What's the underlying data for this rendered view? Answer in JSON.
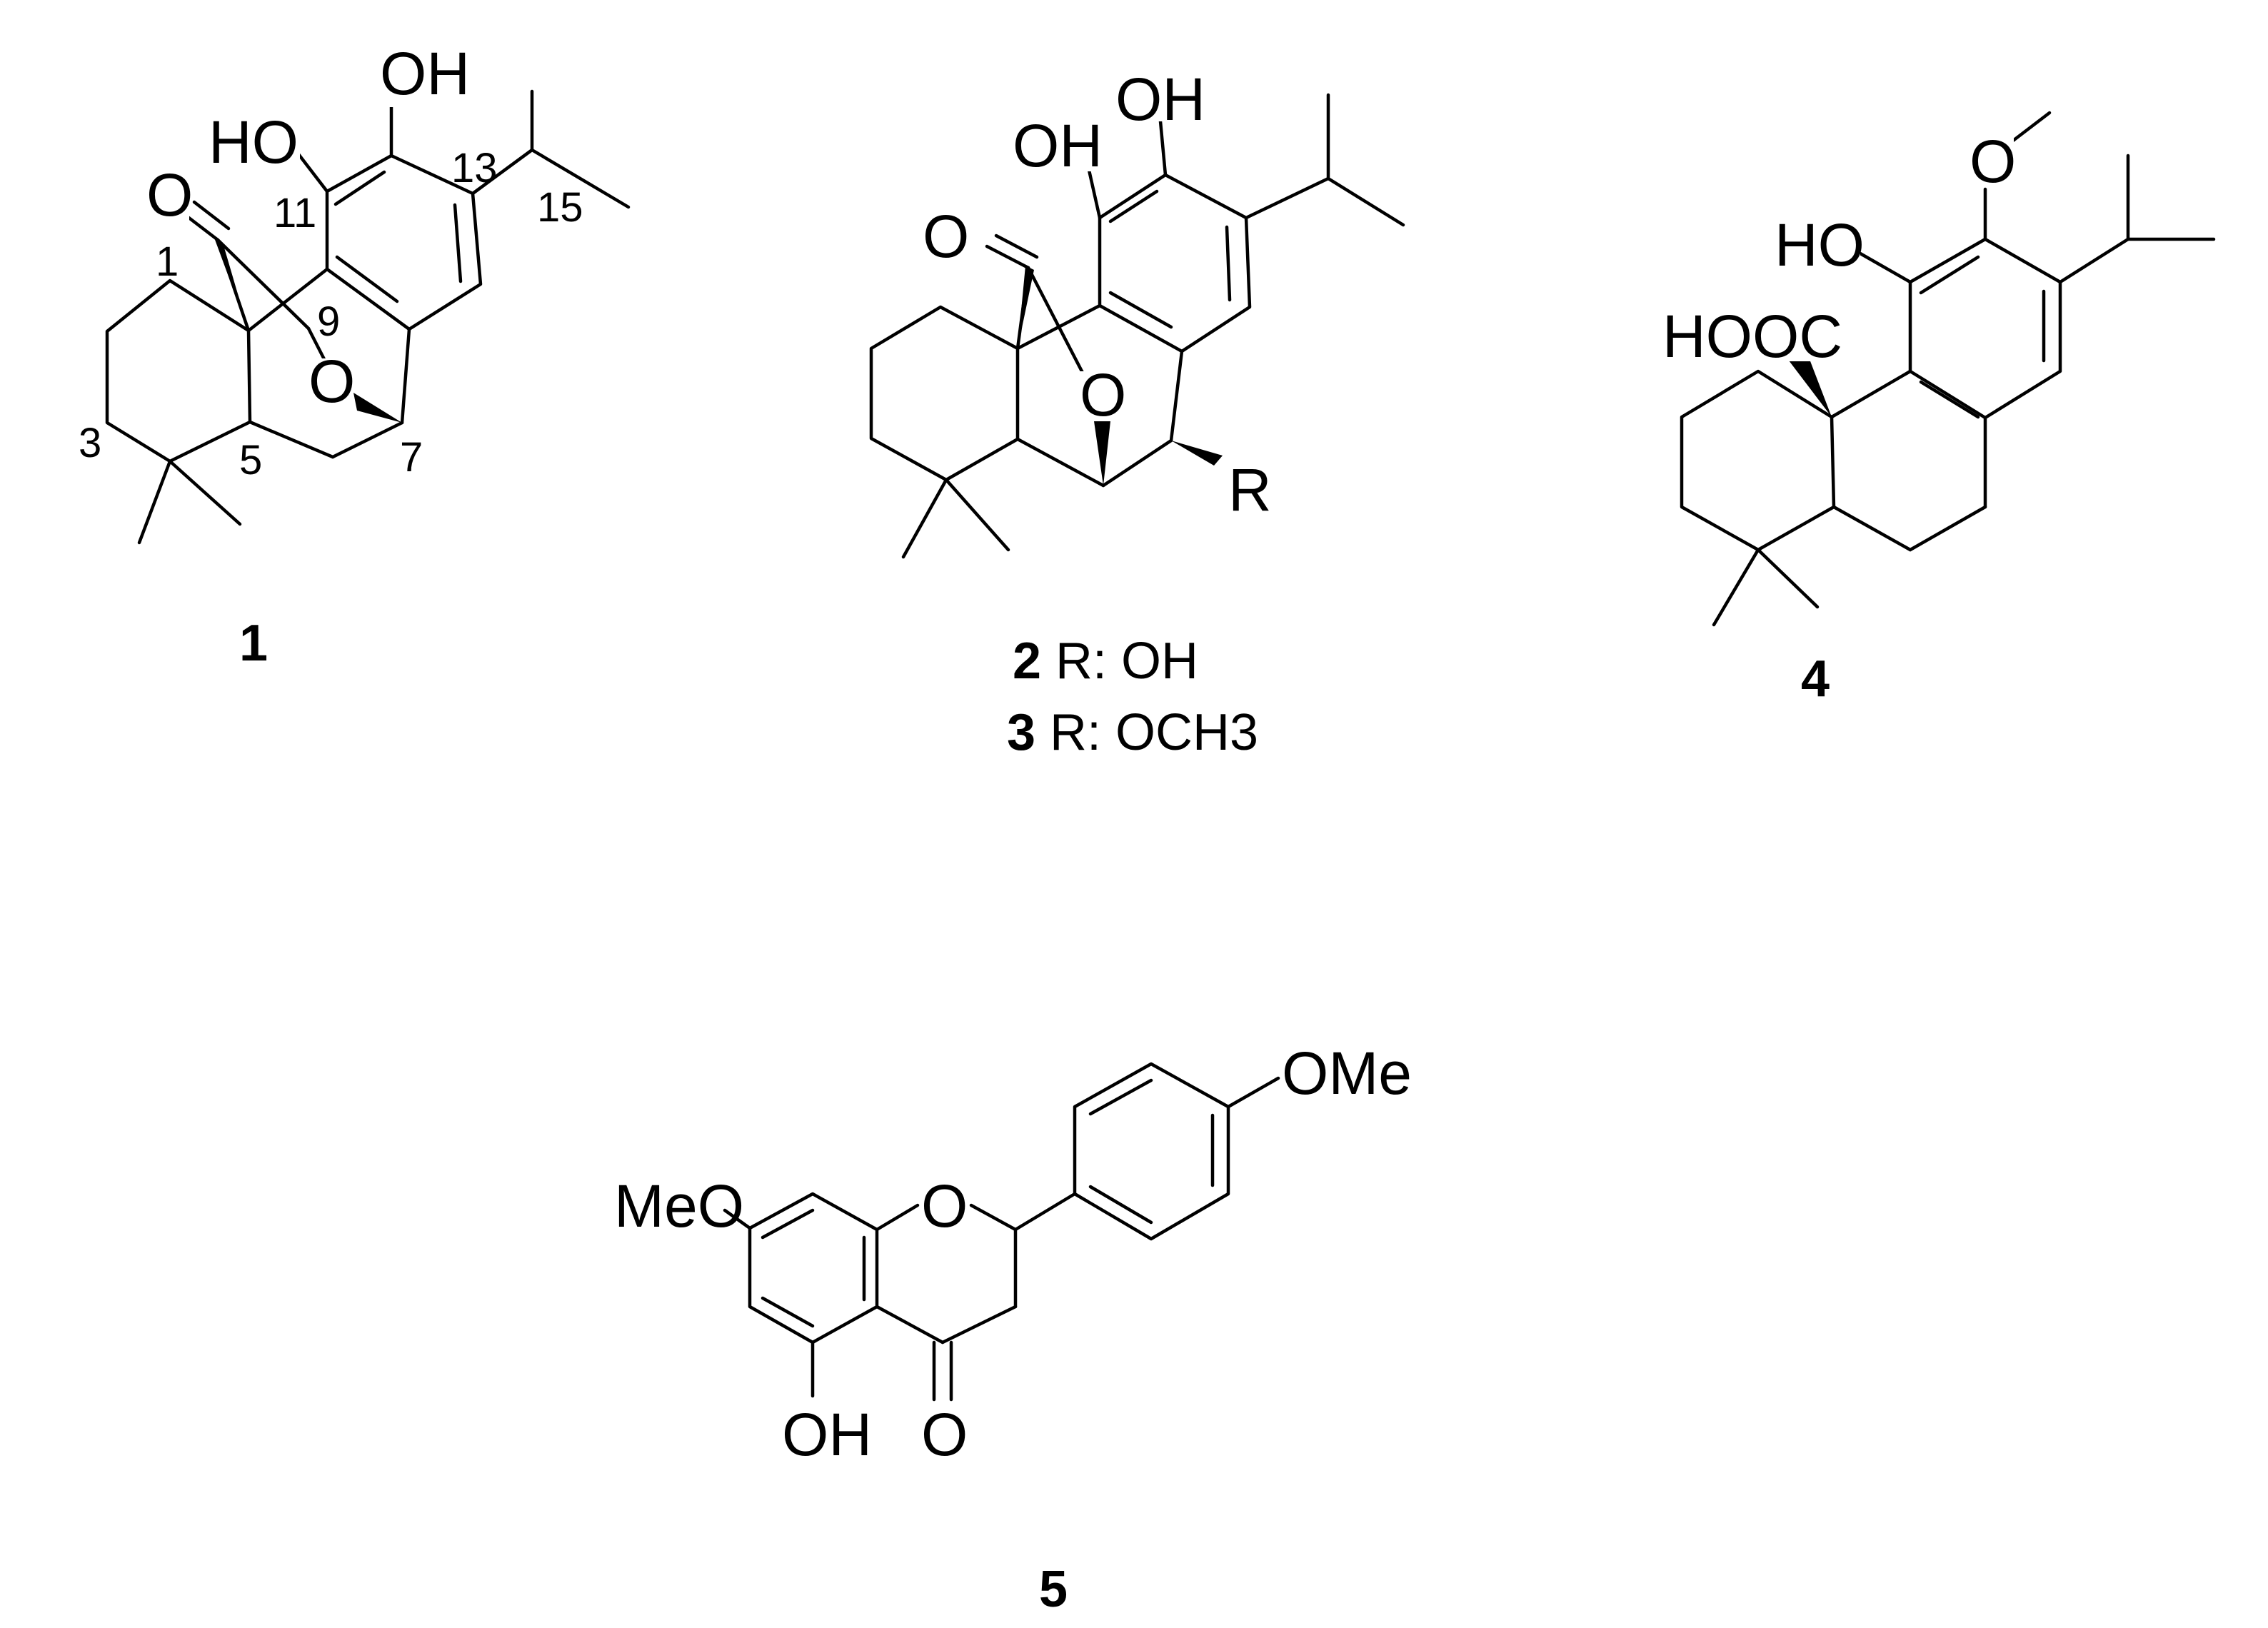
{
  "compounds": [
    {
      "id": "1",
      "atoms": {
        "oh_top": "OH",
        "ho_left": "HO",
        "keto_o": "O",
        "ring_o": "O"
      },
      "locants": [
        "13",
        "11",
        "15",
        "1",
        "9",
        "3",
        "5",
        "7"
      ]
    },
    {
      "id_line1": "2",
      "r_line1": "R: OH",
      "id_line2": "3",
      "r_line2": "R: OCH3",
      "atoms": {
        "oh_top": "OH",
        "oh_left": "OH",
        "keto_o": "O",
        "ring_o": "O",
        "r_sub": "R"
      }
    },
    {
      "id": "4",
      "atoms": {
        "ho": "HO",
        "hooc": "HOOC",
        "methoxy_o": "O"
      }
    },
    {
      "id": "5",
      "atoms": {
        "ome_right": "OMe",
        "meo_left": "MeO",
        "ring_o": "O",
        "oh": "OH",
        "keto_o": "O"
      }
    }
  ]
}
